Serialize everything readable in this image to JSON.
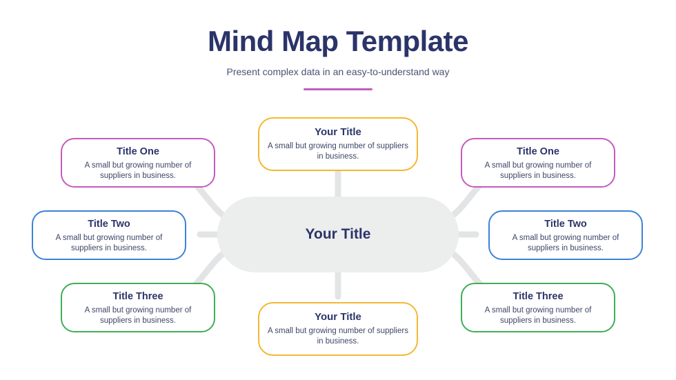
{
  "header": {
    "title": "Mind Map Template",
    "subtitle": "Present complex data in an easy-to-understand way",
    "accent_color": "#c45bbd",
    "title_color": "#2b3469"
  },
  "center": {
    "title": "Your Title",
    "fill_color": "#eceded"
  },
  "nodes": [
    {
      "id": "top-center",
      "title": "Your Title",
      "body": "A small but growing number of suppliers in business.",
      "border_color": "#f4b731"
    },
    {
      "id": "left-one",
      "title": "Title One",
      "body": "A small but growing number of suppliers in business.",
      "border_color": "#c45bbd"
    },
    {
      "id": "left-two",
      "title": "Title Two",
      "body": "A small but growing number of suppliers in business.",
      "border_color": "#3b82d6"
    },
    {
      "id": "left-three",
      "title": "Title Three",
      "body": "A small but growing number of suppliers in business.",
      "border_color": "#3fae56"
    },
    {
      "id": "right-one",
      "title": "Title One",
      "body": "A small but growing number of suppliers in business.",
      "border_color": "#c45bbd"
    },
    {
      "id": "right-two",
      "title": "Title Two",
      "body": "A small but growing number of suppliers in business.",
      "border_color": "#3b82d6"
    },
    {
      "id": "right-three",
      "title": "Title Three",
      "body": "A small but growing number of suppliers in business.",
      "border_color": "#3fae56"
    },
    {
      "id": "bottom-center",
      "title": "Your Title",
      "body": "A small but growing number of suppliers in business.",
      "border_color": "#f4b731"
    }
  ],
  "connector_color": "#e3e4e6"
}
